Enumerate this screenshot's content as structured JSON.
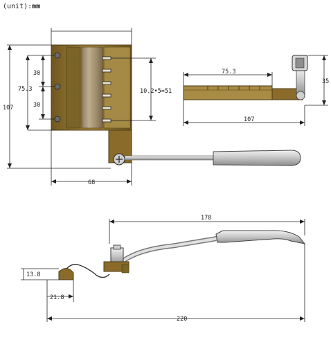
{
  "unit_label": "(unit):",
  "unit_value": "mm",
  "colors": {
    "brass": "#8a6b2a",
    "brass_dark": "#5e4717",
    "brass_light": "#b39547",
    "silver": "#c9c9c9",
    "silver_dark": "#8f8f8f",
    "outline": "#444444"
  },
  "top_view": {
    "dim_total_height": "107",
    "dim_span_upper": "30",
    "dim_span_middle": "75.3",
    "dim_span_lower": "30",
    "dim_slot_pitch": "10.2•5=51",
    "dim_width": "68"
  },
  "side_view": {
    "dim_length_upper": "75.3",
    "dim_height": "35",
    "dim_length": "107"
  },
  "bottom_view": {
    "dim_arm": "178",
    "dim_block_height": "13.8",
    "dim_block_width": "21.8",
    "dim_overall": "220"
  }
}
